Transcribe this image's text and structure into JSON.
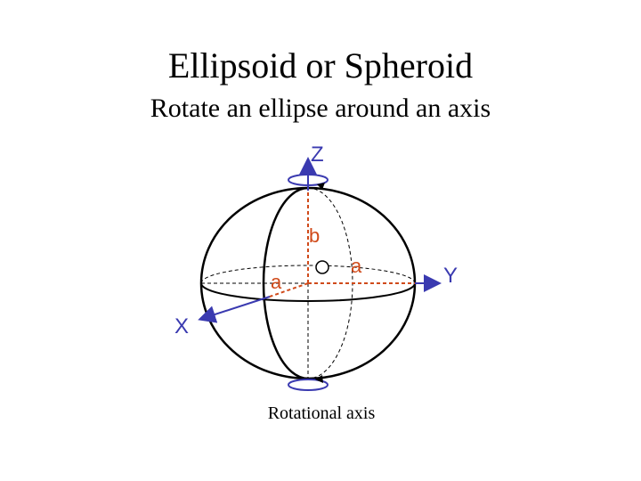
{
  "title": "Ellipsoid or Spheroid",
  "subtitle": "Rotate an ellipse around an axis",
  "labels": {
    "z_axis": "Z",
    "y_axis": "Y",
    "x_axis": "X",
    "semi_minor": "b",
    "semi_major_y": "a",
    "semi_major_x": "a",
    "caption": "Rotational axis"
  },
  "colors": {
    "axis_label": "#3a3ab0",
    "radius": "#d04a1a",
    "outline": "#000000",
    "axis_line": "#3a3ab0"
  }
}
